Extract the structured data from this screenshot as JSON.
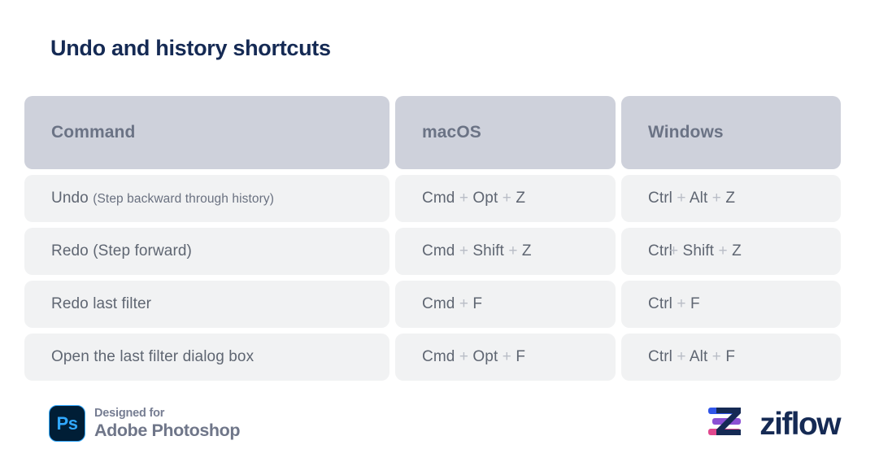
{
  "page": {
    "title": "Undo and history shortcuts",
    "background": "#ffffff",
    "title_color": "#152a54"
  },
  "table": {
    "header_bg": "#ced1db",
    "header_text_color": "#6b7385",
    "row_bg": "#f1f2f3",
    "row_text_color": "#5f6672",
    "plus_color": "#b9bdc6",
    "columns": [
      "Command",
      "macOS",
      "Windows"
    ],
    "rows": [
      {
        "command_main": "Undo",
        "command_sub": "(Step backward through history)",
        "macos": [
          "Cmd",
          "+",
          "Opt",
          "+",
          "Z"
        ],
        "windows": [
          "Ctrl",
          "+",
          "Alt",
          "+",
          "Z"
        ]
      },
      {
        "command_main": "Redo (Step forward)",
        "command_sub": "",
        "macos": [
          "Cmd",
          "+",
          "Shift",
          "+",
          "Z"
        ],
        "windows": [
          "Ctrl",
          "+",
          "Shift",
          "+",
          "Z"
        ]
      },
      {
        "command_main": "Redo last filter",
        "command_sub": "",
        "macos": [
          "Cmd",
          "+",
          "F"
        ],
        "windows": [
          "Ctrl",
          "+",
          "F"
        ]
      },
      {
        "command_main": "Open the last filter dialog box",
        "command_sub": "",
        "macos": [
          "Cmd",
          "+",
          "Opt",
          "+",
          "F"
        ],
        "windows": [
          "Ctrl",
          "+",
          "Alt",
          "+",
          "F"
        ]
      }
    ]
  },
  "footer": {
    "photoshop": {
      "icon_label": "Ps",
      "icon_bg": "#001e36",
      "icon_fg": "#31a8ff",
      "line1": "Designed for",
      "line2": "Adobe Photoshop",
      "text_color": "#6f7689"
    },
    "ziflow": {
      "wordmark": "ziflow",
      "wordmark_color": "#152a54",
      "bar_colors": [
        "#3055e8",
        "#8b4fd4",
        "#e0488e"
      ],
      "mark_color": "#152a54"
    }
  }
}
